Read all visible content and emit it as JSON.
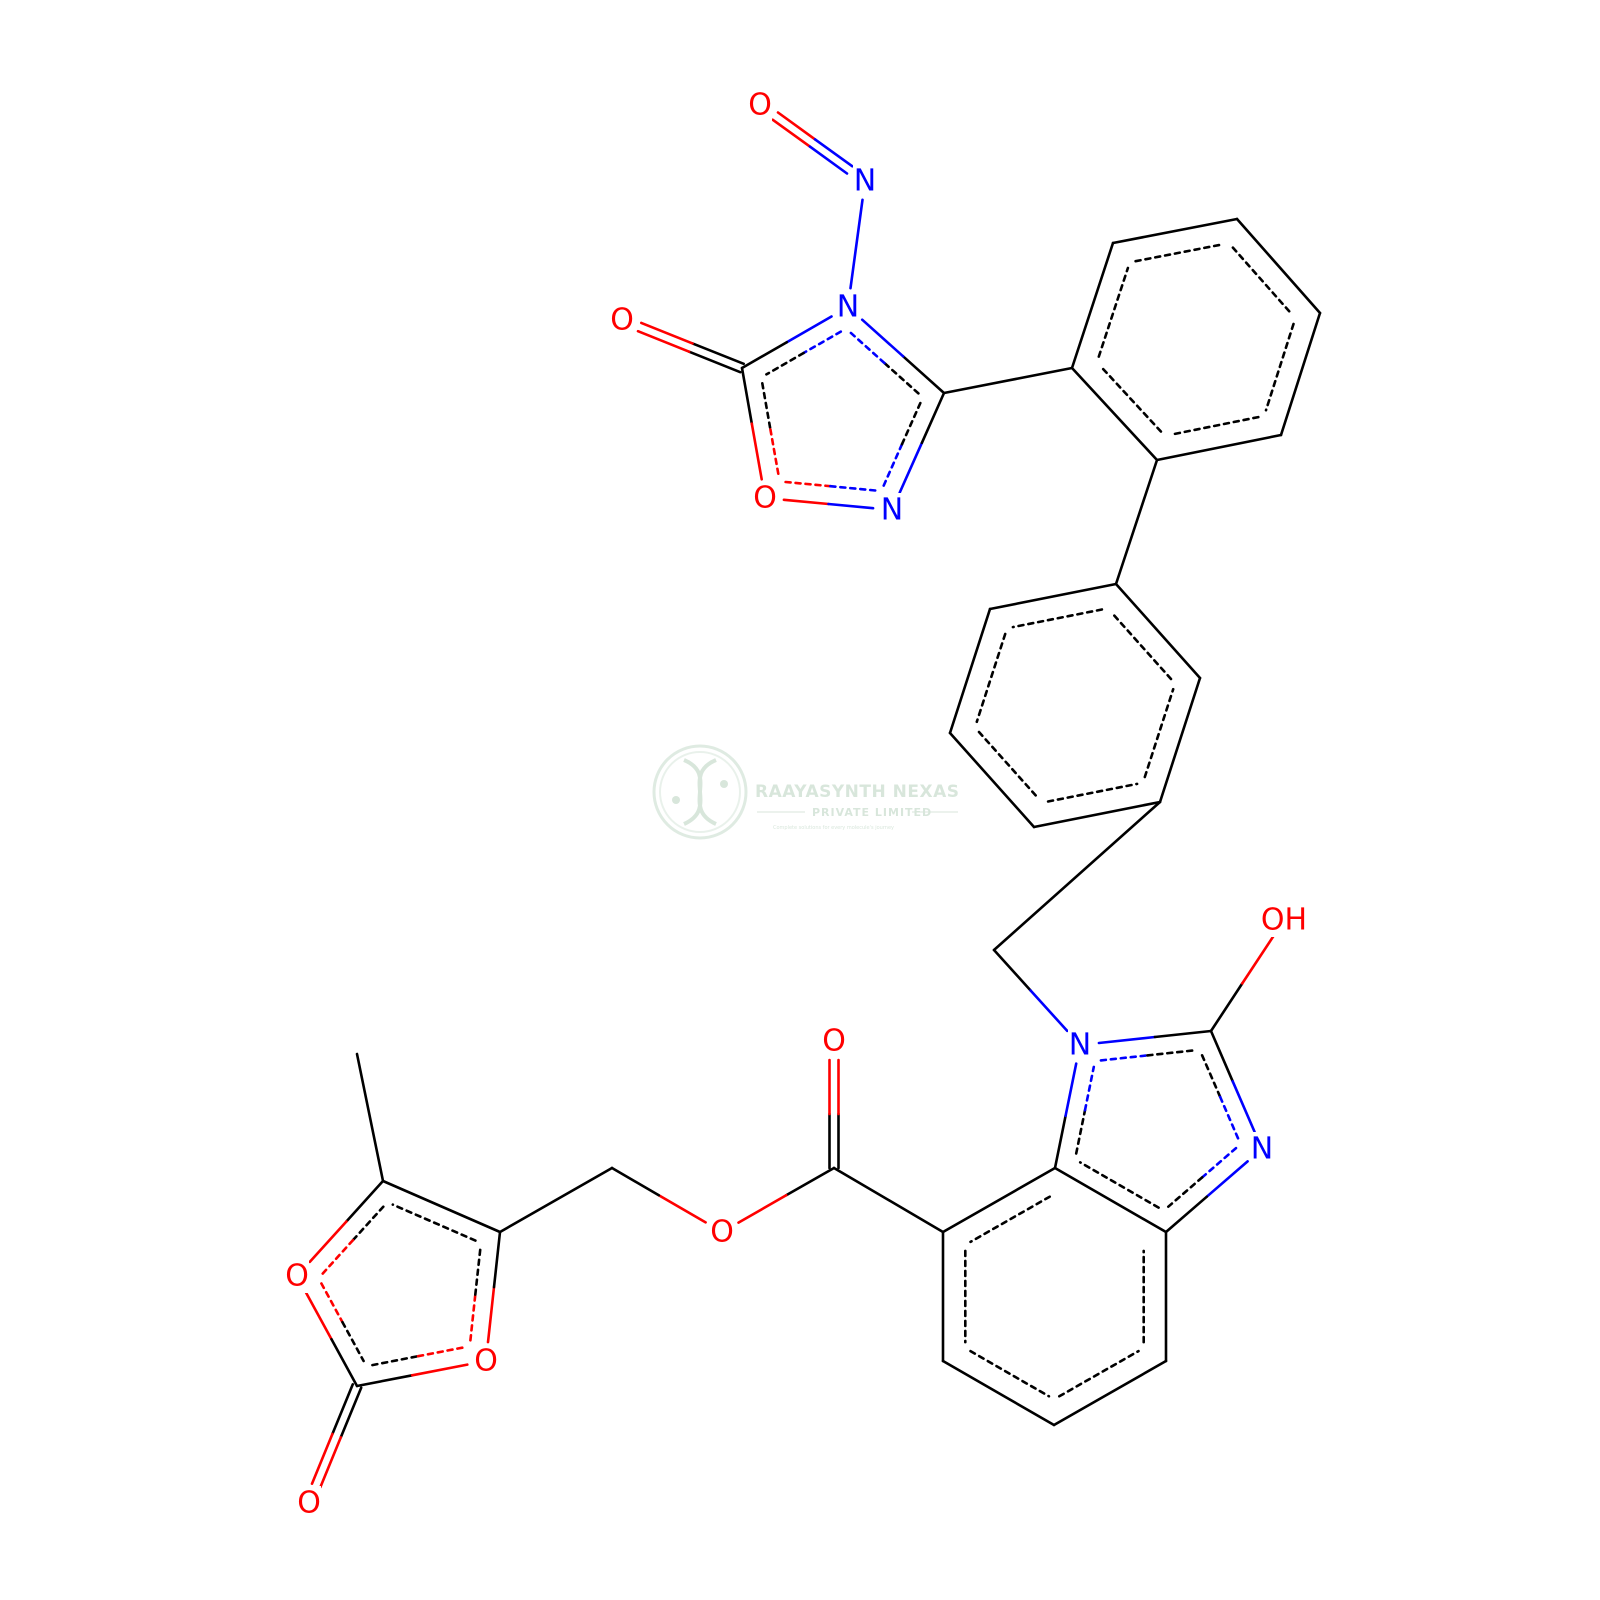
{
  "colors": {
    "C": "#000000",
    "N": "#0000ff",
    "O": "#ff0000",
    "background": "#ffffff",
    "watermark": "#8fb89a"
  },
  "atoms": [
    {
      "id": "O1",
      "label": "O",
      "el": "O"
    },
    {
      "id": "N1",
      "label": "N",
      "el": "N"
    },
    {
      "id": "N2",
      "label": "N",
      "el": "N"
    },
    {
      "id": "O2",
      "label": "O",
      "el": "O"
    },
    {
      "id": "C1",
      "label": "",
      "el": "C"
    },
    {
      "id": "O3",
      "label": "O",
      "el": "O"
    },
    {
      "id": "N3",
      "label": "N",
      "el": "N"
    },
    {
      "id": "C2",
      "label": "",
      "el": "C"
    },
    {
      "id": "C3",
      "label": "",
      "el": "C"
    },
    {
      "id": "C4",
      "label": "",
      "el": "C"
    },
    {
      "id": "C5",
      "label": "",
      "el": "C"
    },
    {
      "id": "C6",
      "label": "",
      "el": "C"
    },
    {
      "id": "C7",
      "label": "",
      "el": "C"
    },
    {
      "id": "C8",
      "label": "",
      "el": "C"
    },
    {
      "id": "C9",
      "label": "",
      "el": "C"
    },
    {
      "id": "C10",
      "label": "",
      "el": "C"
    },
    {
      "id": "C11",
      "label": "",
      "el": "C"
    },
    {
      "id": "C12",
      "label": "",
      "el": "C"
    },
    {
      "id": "C13",
      "label": "",
      "el": "C"
    },
    {
      "id": "C14",
      "label": "",
      "el": "C"
    },
    {
      "id": "C15",
      "label": "",
      "el": "C"
    },
    {
      "id": "C16",
      "label": "",
      "el": "C"
    },
    {
      "id": "N4",
      "label": "N",
      "el": "N"
    },
    {
      "id": "C17",
      "label": "",
      "el": "C"
    },
    {
      "id": "O4",
      "label": "OH",
      "el": "O"
    },
    {
      "id": "N5",
      "label": "N",
      "el": "N"
    },
    {
      "id": "C18",
      "label": "",
      "el": "C"
    },
    {
      "id": "C19",
      "label": "",
      "el": "C"
    },
    {
      "id": "C20",
      "label": "",
      "el": "C"
    },
    {
      "id": "C21",
      "label": "",
      "el": "C"
    },
    {
      "id": "C22",
      "label": "",
      "el": "C"
    },
    {
      "id": "C23",
      "label": "",
      "el": "C"
    },
    {
      "id": "C24",
      "label": "",
      "el": "C"
    },
    {
      "id": "O5",
      "label": "O",
      "el": "O"
    },
    {
      "id": "O6",
      "label": "O",
      "el": "O"
    },
    {
      "id": "C25",
      "label": "",
      "el": "C"
    },
    {
      "id": "C26",
      "label": "",
      "el": "C"
    },
    {
      "id": "C27",
      "label": "",
      "el": "C"
    },
    {
      "id": "C28",
      "label": "",
      "el": "C"
    },
    {
      "id": "O7",
      "label": "O",
      "el": "O"
    },
    {
      "id": "O8",
      "label": "O",
      "el": "O"
    },
    {
      "id": "C29",
      "label": "",
      "el": "C"
    },
    {
      "id": "O9",
      "label": "O",
      "el": "O"
    }
  ],
  "bonds": [
    {
      "a": "O1",
      "b": "N1",
      "order": 2
    },
    {
      "a": "N1",
      "b": "N2",
      "order": 1
    },
    {
      "a": "N2",
      "b": "C1",
      "order": 1.5
    },
    {
      "a": "C1",
      "b": "O3",
      "order": 1.5
    },
    {
      "a": "O3",
      "b": "N3",
      "order": 1.5
    },
    {
      "a": "N3",
      "b": "C2",
      "order": 1.5
    },
    {
      "a": "C2",
      "b": "N2",
      "order": 1.5
    },
    {
      "a": "C1",
      "b": "O2",
      "order": 2
    },
    {
      "a": "C2",
      "b": "C3",
      "order": 1
    },
    {
      "a": "C3",
      "b": "C4",
      "order": 1.5
    },
    {
      "a": "C4",
      "b": "C5",
      "order": 1.5
    },
    {
      "a": "C5",
      "b": "C6",
      "order": 1.5
    },
    {
      "a": "C6",
      "b": "C7",
      "order": 1.5
    },
    {
      "a": "C7",
      "b": "C8",
      "order": 1.5
    },
    {
      "a": "C8",
      "b": "C3",
      "order": 1.5
    },
    {
      "a": "C8",
      "b": "C9",
      "order": 1
    },
    {
      "a": "C9",
      "b": "C10",
      "order": 1.5
    },
    {
      "a": "C10",
      "b": "C11",
      "order": 1.5
    },
    {
      "a": "C11",
      "b": "C12",
      "order": 1.5
    },
    {
      "a": "C12",
      "b": "C13",
      "order": 1.5
    },
    {
      "a": "C13",
      "b": "C14",
      "order": 1.5
    },
    {
      "a": "C14",
      "b": "C9",
      "order": 1.5
    },
    {
      "a": "C13",
      "b": "C15",
      "order": 1
    },
    {
      "a": "C15",
      "b": "N4",
      "order": 1
    },
    {
      "a": "N4",
      "b": "C17",
      "order": 1.5
    },
    {
      "a": "C17",
      "b": "N5",
      "order": 1.5
    },
    {
      "a": "N5",
      "b": "C18",
      "order": 1.5
    },
    {
      "a": "C18",
      "b": "C16",
      "order": 1.5
    },
    {
      "a": "C16",
      "b": "N4",
      "order": 1.5
    },
    {
      "a": "C17",
      "b": "O4",
      "order": 1
    },
    {
      "a": "C16",
      "b": "C19",
      "order": 1.5
    },
    {
      "a": "C19",
      "b": "C20",
      "order": 1.5
    },
    {
      "a": "C20",
      "b": "C21",
      "order": 1.5
    },
    {
      "a": "C21",
      "b": "C22",
      "order": 1.5
    },
    {
      "a": "C22",
      "b": "C18",
      "order": 1.5
    },
    {
      "a": "C19",
      "b": "C24",
      "order": 1
    },
    {
      "a": "C24",
      "b": "O5",
      "order": 2
    },
    {
      "a": "C24",
      "b": "O6",
      "order": 1
    },
    {
      "a": "O6",
      "b": "C25",
      "order": 1
    },
    {
      "a": "C25",
      "b": "C26",
      "order": 1
    },
    {
      "a": "C26",
      "b": "C27",
      "order": 1.5
    },
    {
      "a": "C27",
      "b": "O7",
      "order": 1.5
    },
    {
      "a": "O7",
      "b": "C29",
      "order": 1.5
    },
    {
      "a": "C29",
      "b": "O8",
      "order": 1.5
    },
    {
      "a": "O8",
      "b": "C26",
      "order": 1.5
    },
    {
      "a": "C27",
      "b": "C28",
      "order": 1
    },
    {
      "a": "C29",
      "b": "O9",
      "order": 2
    }
  ],
  "watermark": {
    "title": "RAAYASYNTH NEXAS",
    "subtitle": "PRIVATE LIMITED",
    "tagline": "Complete solutions for every molecule's journey"
  }
}
